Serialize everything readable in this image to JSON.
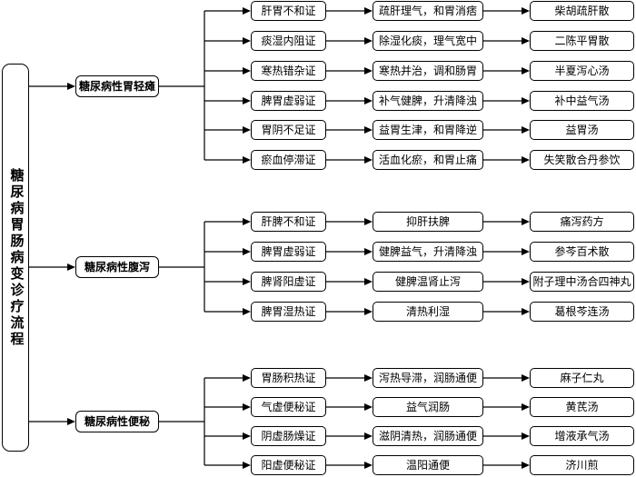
{
  "title": "糖尿病胃肠病变诊疗流程",
  "branches": [
    {
      "name": "糖尿病性胃轻瘫",
      "rows": [
        {
          "syndrome": "肝胃不和证",
          "treatment": "疏肝理气，和胃消痞",
          "prescription": "柴胡疏肝散"
        },
        {
          "syndrome": "痰湿内阻证",
          "treatment": "除湿化痰，理气宽中",
          "prescription": "二陈平胃散"
        },
        {
          "syndrome": "寒热错杂证",
          "treatment": "寒热并治，调和肠胃",
          "prescription": "半夏泻心汤"
        },
        {
          "syndrome": "脾胃虚弱证",
          "treatment": "补气健脾，升清降浊",
          "prescription": "补中益气汤"
        },
        {
          "syndrome": "胃阴不足证",
          "treatment": "益胃生津，和胃降逆",
          "prescription": "益胃汤"
        },
        {
          "syndrome": "瘀血停滞证",
          "treatment": "活血化瘀，和胃止痛",
          "prescription": "失笑散合丹参饮"
        }
      ]
    },
    {
      "name": "糖尿病性腹泻",
      "rows": [
        {
          "syndrome": "肝脾不和证",
          "treatment": "抑肝扶脾",
          "prescription": "痛泻药方"
        },
        {
          "syndrome": "脾胃虚弱证",
          "treatment": "健脾益气，升清降浊",
          "prescription": "参芩百术散"
        },
        {
          "syndrome": "脾肾阳虚证",
          "treatment": "健脾温肾止泻",
          "prescription": "附子理中汤合四神丸"
        },
        {
          "syndrome": "脾胃湿热证",
          "treatment": "清热利湿",
          "prescription": "葛根芩连汤"
        }
      ]
    },
    {
      "name": "糖尿病性便秘",
      "rows": [
        {
          "syndrome": "胃肠积热证",
          "treatment": "泻热导滞，润肠通便",
          "prescription": "麻子仁丸"
        },
        {
          "syndrome": "气虚便秘证",
          "treatment": "益气润肠",
          "prescription": "黄芪汤"
        },
        {
          "syndrome": "阴虚肠燥证",
          "treatment": "滋阴清热，润肠通便",
          "prescription": "增液承气汤"
        },
        {
          "syndrome": "阳虚便秘证",
          "treatment": "温阳通便",
          "prescription": "济川煎"
        }
      ]
    }
  ]
}
